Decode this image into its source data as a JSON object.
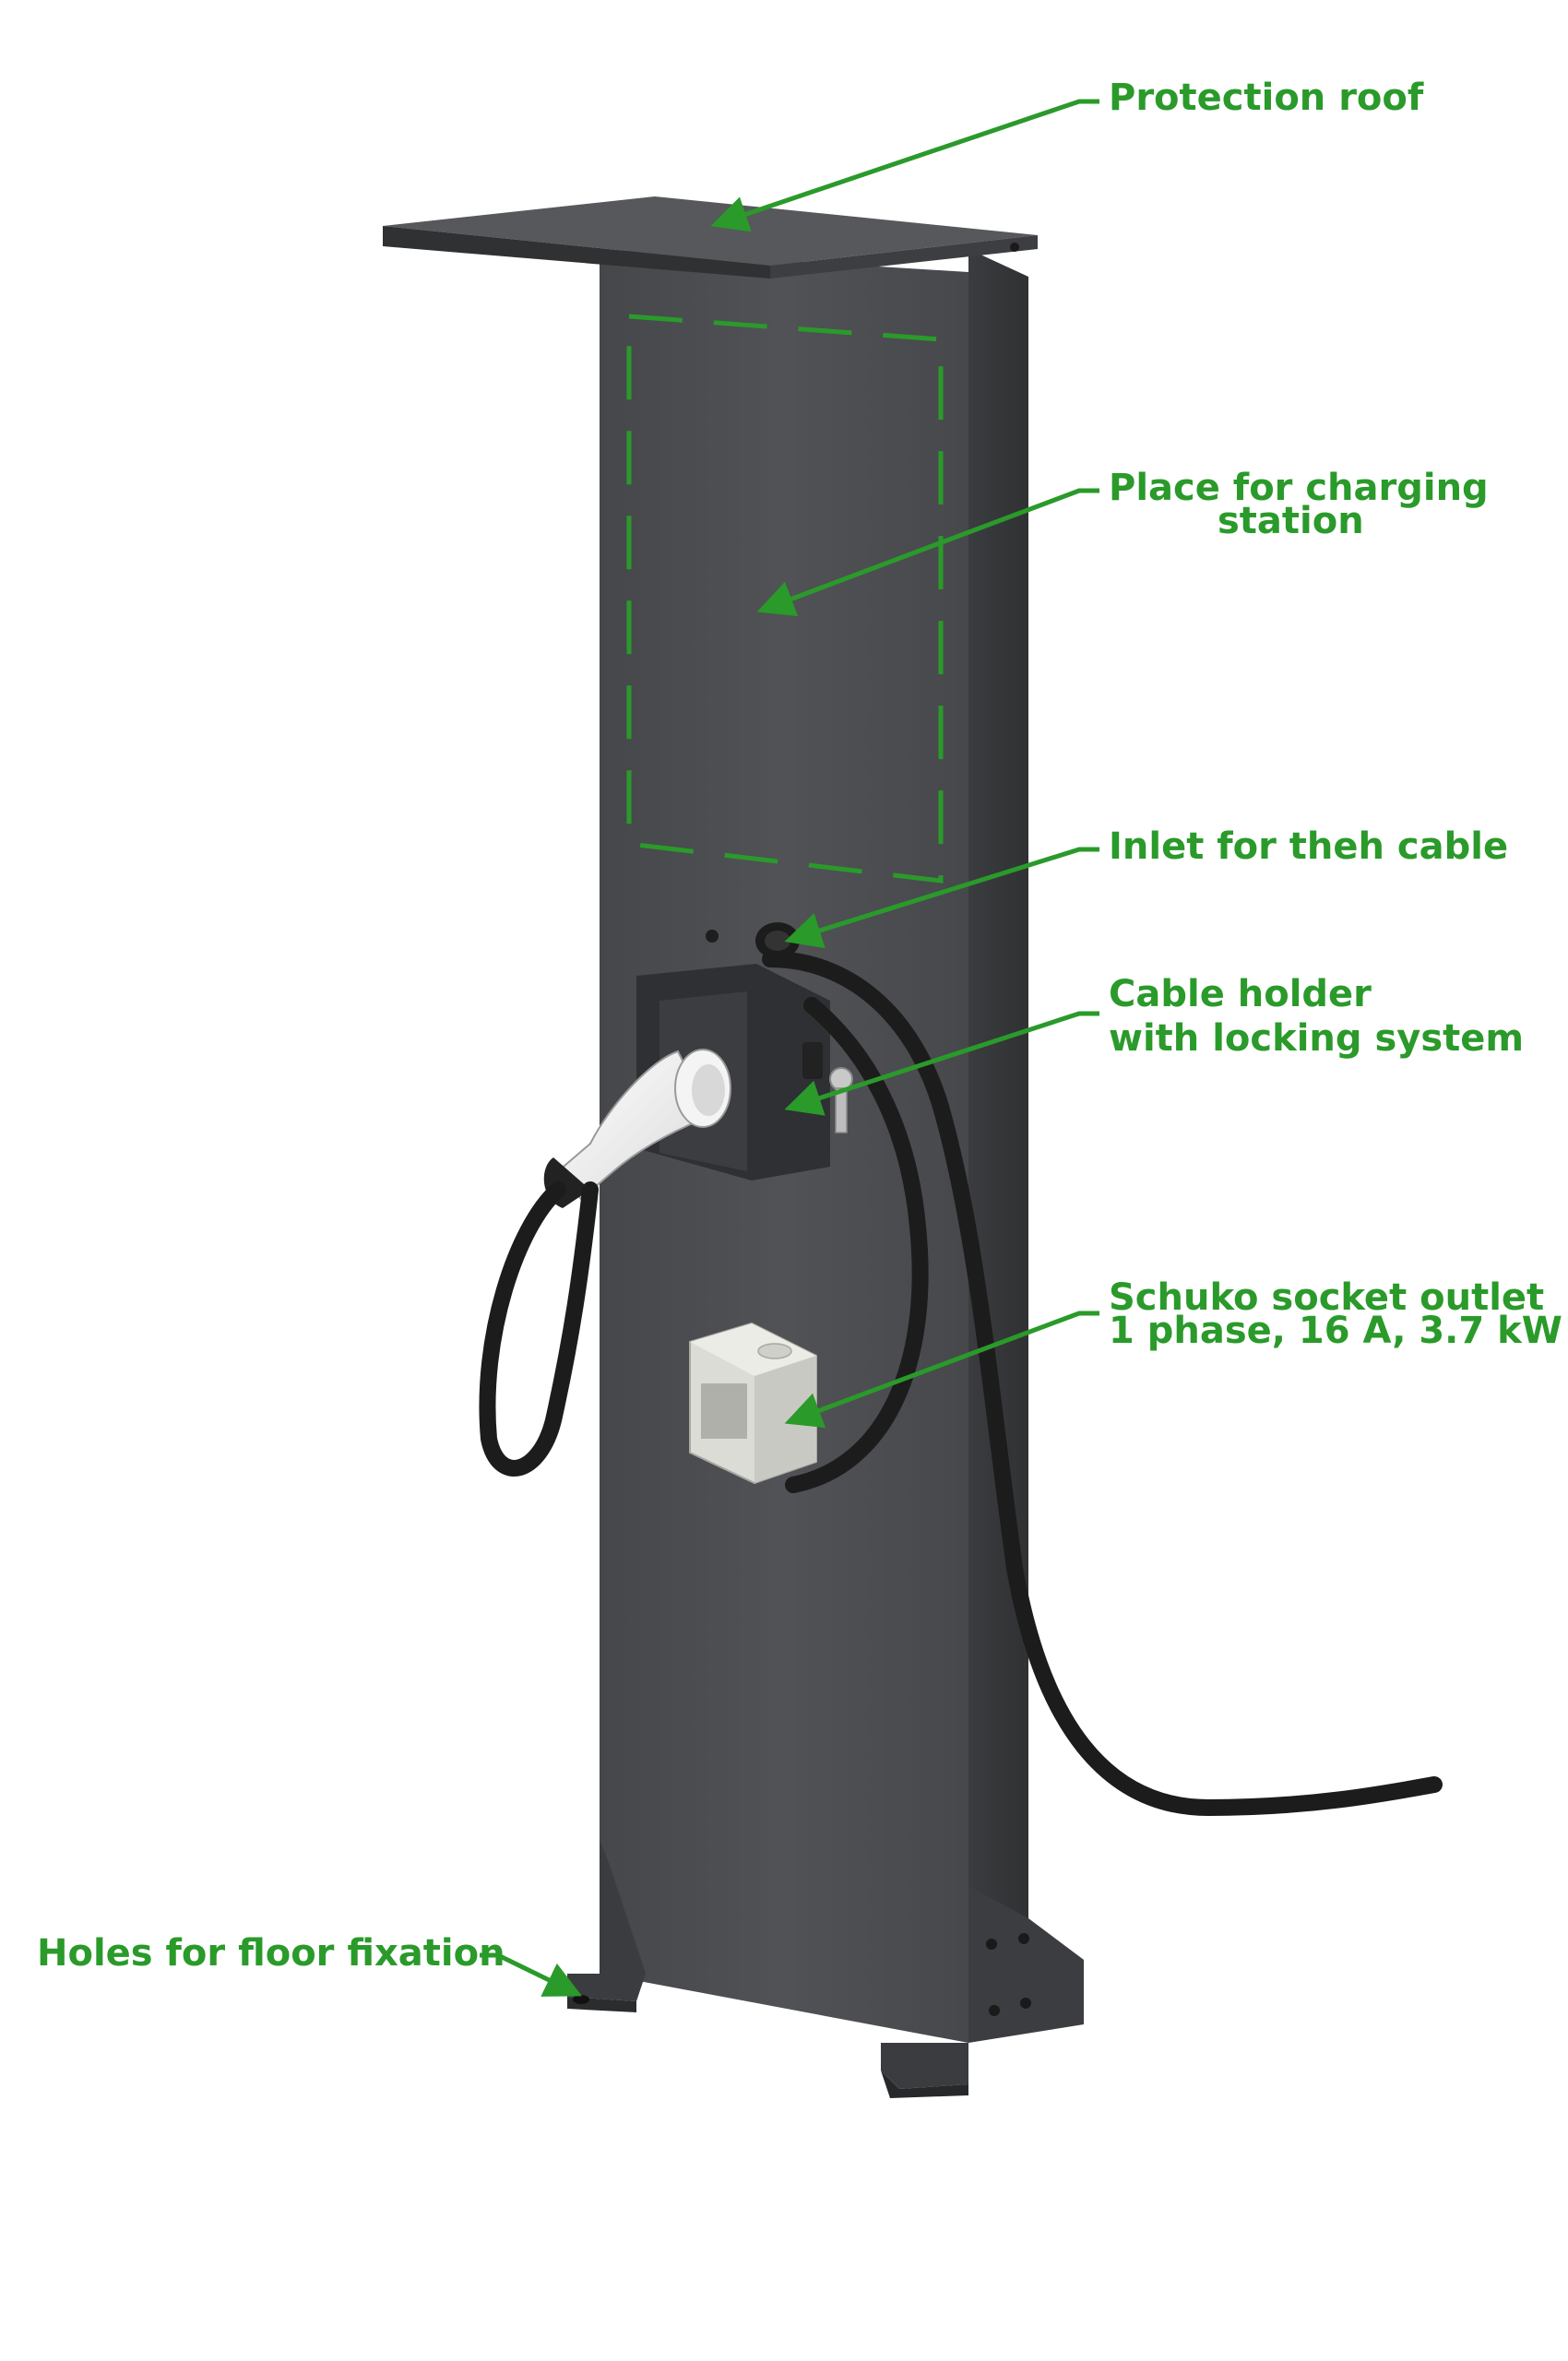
{
  "callouts": {
    "protection_roof": "Protection roof",
    "place_line1": "Place for charging",
    "place_line2": "station",
    "inlet": "Inlet for theh cable",
    "holder_line1": "Cable holder",
    "holder_line2": "with locking system",
    "schuko_line1": "Schuko socket outlet",
    "schuko_line2": "1 phase, 16  A, 3.7 kW",
    "holes": "Holes for floor fixation"
  },
  "colors": {
    "label_green": "#2a9a2a",
    "pillar": "#4b4d50",
    "pillar_side": "#3a3c3f",
    "cable": "#1c1c1c",
    "socket": "#dcdcd6"
  }
}
